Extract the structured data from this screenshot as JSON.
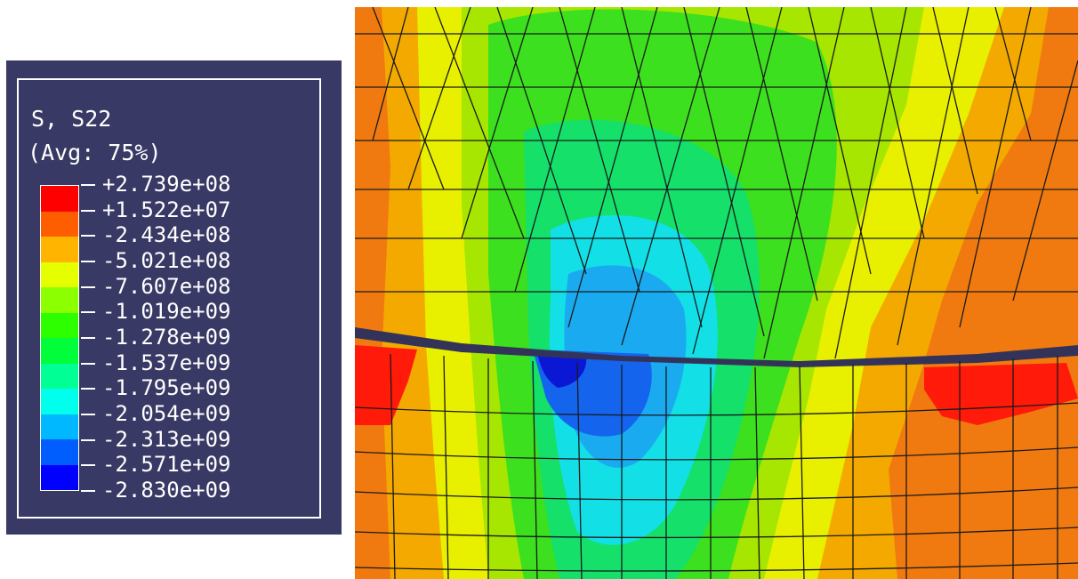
{
  "legend": {
    "title": "S, S22",
    "subtitle": "(Avg: 75%)",
    "labels": [
      "+2.739e+08",
      "+1.522e+07",
      "-2.434e+08",
      "-5.021e+08",
      "-7.607e+08",
      "-1.019e+09",
      "-1.278e+09",
      "-1.537e+09",
      "-1.795e+09",
      "-2.054e+09",
      "-2.313e+09",
      "-2.571e+09",
      "-2.830e+09"
    ],
    "colors": [
      "#ff0000",
      "#ff5e00",
      "#ffb400",
      "#e5ff00",
      "#8cff00",
      "#2eff00",
      "#00ff3a",
      "#00ff95",
      "#00ffec",
      "#00b8ff",
      "#005eff",
      "#0000ff"
    ]
  }
}
